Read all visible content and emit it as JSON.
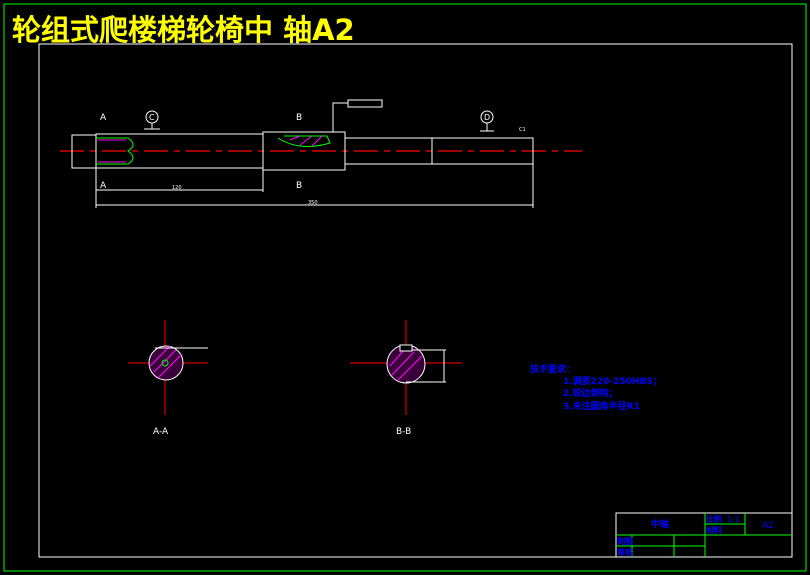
{
  "drawing": {
    "title": "轮组式爬楼梯轮椅中 轴A2",
    "main_view": {
      "section_labels": {
        "a_top": "A",
        "a_bottom": "A",
        "b_top": "B",
        "b_bottom": "B"
      },
      "datum_c": "C",
      "datum_d": "D",
      "dimensions": {
        "length_a_b": "120",
        "overall_length": "350",
        "chamfer": "C1"
      }
    },
    "section_views": {
      "aa_label": "A-A",
      "bb_label": "B-B"
    },
    "technical_requirements": {
      "heading": "技术要求：",
      "items": [
        "1.调质220-250HBS；",
        "2.锐边倒钝；",
        "3.未注圆角半径R1"
      ]
    },
    "title_block": {
      "part_name": "中轴",
      "scale_label": "比例",
      "scale_value": "1:1",
      "material_label": "材料",
      "drawing_no": "A2",
      "drawn_by_label": "制图",
      "checked_by_label": "审核"
    },
    "colors": {
      "border": "#00ff00",
      "title": "#ffff00",
      "centerline": "#ff0000",
      "hatch": "#ff00ff",
      "notes": "#0000ff"
    }
  }
}
